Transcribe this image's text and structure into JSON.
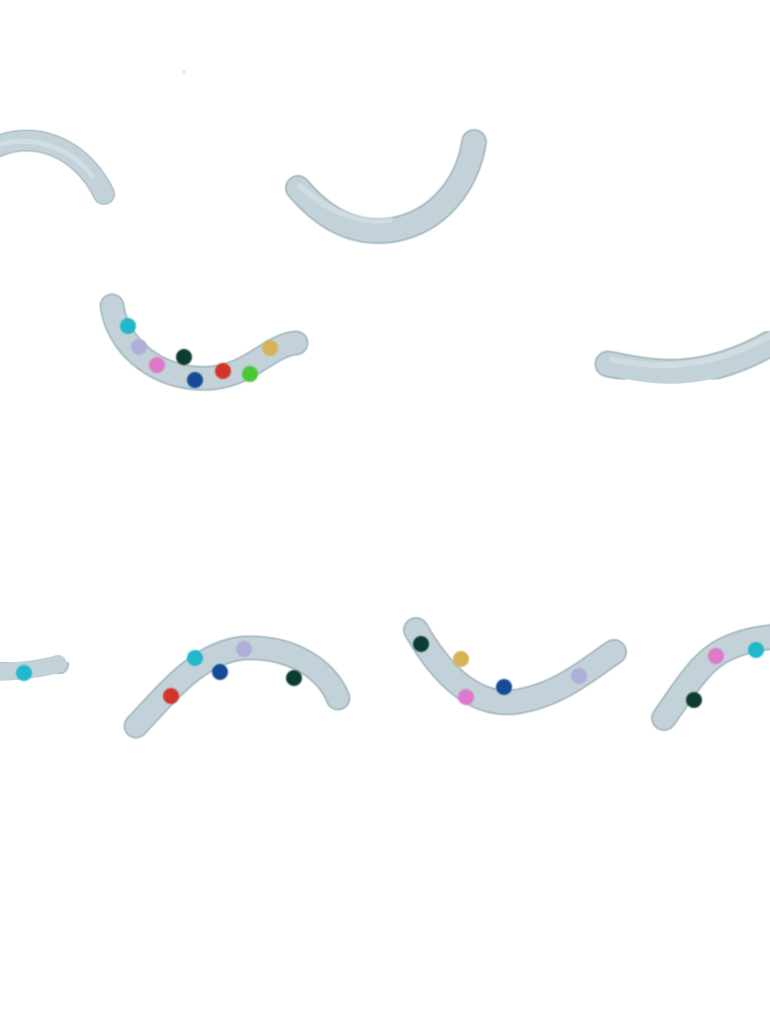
{
  "colors": {
    "background": "#ffffff",
    "worm_fill": "#c2d2d8",
    "worm_edge": "#a9bcc4",
    "worm_highlight": "#e6eef1",
    "dot_cyan": "#21b8c9",
    "dot_lavender": "#aeaed9",
    "dot_pink": "#dd79c8",
    "dot_dark_green": "#0d3d31",
    "dot_navy": "#124b95",
    "dot_red": "#d1352b",
    "dot_green": "#48c936",
    "dot_gold": "#d6b356"
  },
  "worms": [
    {
      "id": "worm-1",
      "spots": []
    },
    {
      "id": "worm-2",
      "spots": []
    },
    {
      "id": "worm-3",
      "spots": [
        "dot_cyan",
        "dot_lavender",
        "dot_pink",
        "dot_dark_green",
        "dot_navy",
        "dot_red",
        "dot_green",
        "dot_gold"
      ]
    },
    {
      "id": "worm-4",
      "spots": []
    },
    {
      "id": "worm-5",
      "spots": [
        "dot_cyan"
      ]
    },
    {
      "id": "worm-6",
      "spots": [
        "dot_cyan",
        "dot_lavender",
        "dot_navy",
        "dot_red",
        "dot_dark_green"
      ]
    },
    {
      "id": "worm-7",
      "spots": [
        "dot_dark_green",
        "dot_gold",
        "dot_pink",
        "dot_navy",
        "dot_lavender"
      ]
    },
    {
      "id": "worm-8",
      "spots": [
        "dot_pink",
        "dot_cyan",
        "dot_dark_green"
      ]
    }
  ]
}
